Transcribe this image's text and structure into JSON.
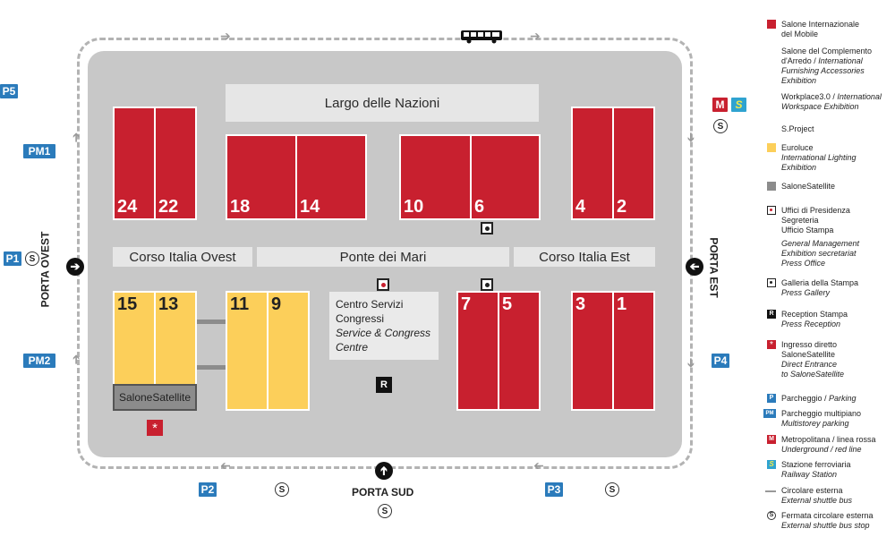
{
  "streets": {
    "largo": "Largo delle Nazioni",
    "corso_ovest": "Corso Italia Ovest",
    "ponte": "Ponte dei Mari",
    "corso_est": "Corso Italia Est"
  },
  "halls": {
    "h24": "24",
    "h22": "22",
    "h18": "18",
    "h14": "14",
    "h10": "10",
    "h6": "6",
    "h4": "4",
    "h2": "2",
    "h15": "15",
    "h13": "13",
    "h11": "11",
    "h9": "9",
    "h7": "7",
    "h5": "5",
    "h3": "3",
    "h1": "1"
  },
  "salone_satellite_label": "SaloneSatellite",
  "centre": {
    "line1": "Centro Servizi",
    "line2": "Congressi",
    "line3": "Service & Congress",
    "line4": "Centre"
  },
  "markers": {
    "reception": "R",
    "star": "*"
  },
  "gates": {
    "ovest": "PORTA OVEST",
    "est": "PORTA EST",
    "sud": "PORTA SUD"
  },
  "parking": {
    "p5": "P5",
    "pm1": "PM1",
    "p1": "P1",
    "pm2": "PM2",
    "p2": "P2",
    "p3": "P3",
    "p4": "P4"
  },
  "metro": {
    "m": "M",
    "s": "S"
  },
  "bus_stop": "S",
  "colors": {
    "salone": "#c8202f",
    "euroluce": "#fccf5a",
    "satellite": "#8c8c8c",
    "parking": "#2b7bbb",
    "rail": "#2fa3d0"
  },
  "legend": [
    {
      "id": "salone",
      "line1": "Salone Internazionale",
      "line2": "del Mobile"
    },
    {
      "id": "complemento",
      "line1": "Salone del Complemento",
      "line2": "d'Arredo",
      "sep": " / ",
      "en1": "International",
      "en2": "Furnishing Accessories",
      "en3": "Exhibition"
    },
    {
      "id": "workplace",
      "line1": "Workplace3.0",
      "sep": " / ",
      "en1": "International",
      "en2": "Workspace Exhibition"
    },
    {
      "id": "sproject",
      "line1": "S.Project"
    },
    {
      "id": "euroluce",
      "line1": "Euroluce",
      "en1": "International Lighting",
      "en2": "Exhibition"
    },
    {
      "id": "satellite",
      "line1": "SaloneSatellite"
    },
    {
      "id": "uffici",
      "line1": "Uffici di Presidenza",
      "line2": "Segreteria",
      "line3": "Ufficio Stampa",
      "en1": "General Management",
      "en2": "Exhibition secretariat",
      "en3": "Press Office"
    },
    {
      "id": "galleria",
      "line1": "Galleria della Stampa",
      "en1": "Press Gallery"
    },
    {
      "id": "reception",
      "line1": "Reception Stampa",
      "en1": "Press Reception"
    },
    {
      "id": "ingresso",
      "line1": "Ingresso diretto",
      "line2": "SaloneSatellite",
      "en1": "Direct Entrance",
      "en2": "to SaloneSatellite"
    },
    {
      "id": "parcheggio",
      "line1": "Parcheggio / ",
      "en1": "Parking",
      "badge": "P"
    },
    {
      "id": "multipiano",
      "line1": "Parcheggio multipiano",
      "en1": "Multistorey parking",
      "badge": "PM"
    },
    {
      "id": "metro",
      "line1": "Metropolitana / linea rossa",
      "en1": "Underground / red line",
      "badge": "M"
    },
    {
      "id": "railway",
      "line1": "Stazione ferroviaria",
      "en1": "Railway Station",
      "badge": "S"
    },
    {
      "id": "circolare",
      "line1": "Circolare esterna",
      "en1": "External shuttle bus"
    },
    {
      "id": "fermata",
      "line1": "Fermata circolare esterna",
      "en1": "External shuttle bus stop",
      "badge": "S"
    }
  ]
}
